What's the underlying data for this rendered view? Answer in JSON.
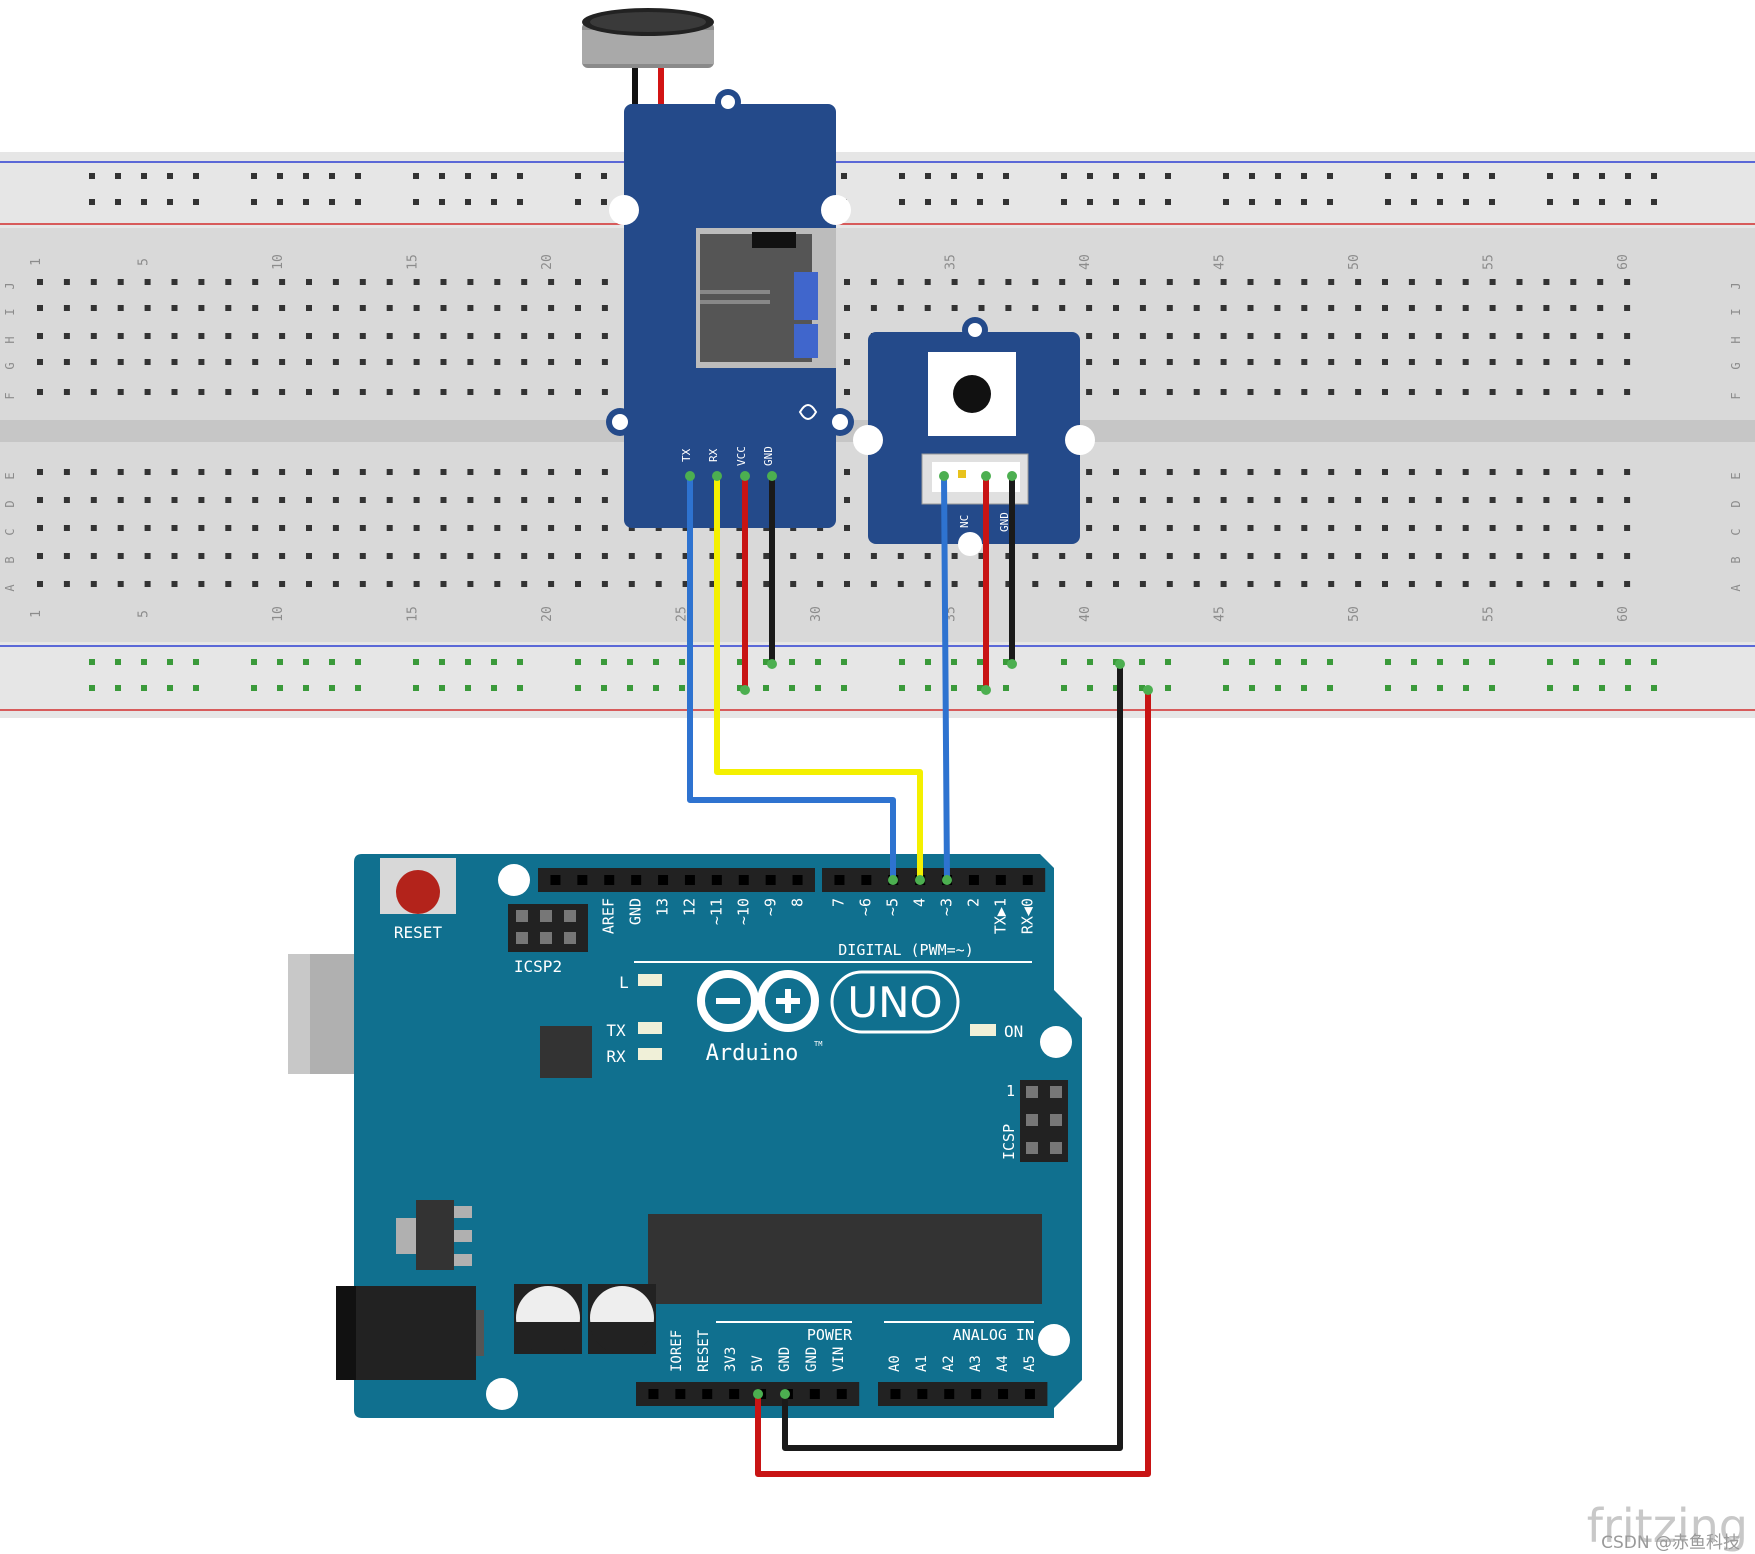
{
  "colors": {
    "board_teal": "#10708f",
    "board_dark": "#0c5f7a",
    "grove_blue": "#244a8a",
    "breadboard": "#d9d9d9",
    "breadboard_rail": "#e6e6e6",
    "rail_red": "#d22d2d",
    "rail_blue": "#2d3fd2",
    "wire_blue": "#2e73d0",
    "wire_yellow": "#f4f000",
    "wire_red": "#c81414",
    "wire_black": "#1a1a1a",
    "header_black": "#222222"
  },
  "breadboard": {
    "row_letters_top": [
      "J",
      "I",
      "H",
      "G",
      "F"
    ],
    "row_letters_bottom": [
      "E",
      "D",
      "C",
      "B",
      "A"
    ],
    "column_numbers": [
      "1",
      "5",
      "10",
      "15",
      "20",
      "25",
      "30",
      "35",
      "40",
      "45",
      "50",
      "55",
      "60"
    ]
  },
  "sd_module": {
    "pins": [
      "TX",
      "RX",
      "VCC",
      "GND"
    ]
  },
  "button_module": {
    "pins": [
      "NC",
      "GND"
    ]
  },
  "arduino": {
    "reset_label": "RESET",
    "icsp2_label": "ICSP2",
    "icsp_label": "ICSP",
    "icsp_pin1": "1",
    "led_l": "L",
    "led_tx": "TX",
    "led_rx": "RX",
    "led_on": "ON",
    "brand": "Arduino",
    "tm": "TM",
    "model": "UNO",
    "digital_label": "DIGITAL (PWM=~)",
    "digital_pins_left": [
      "AREF",
      "GND",
      "13",
      "12",
      "~11",
      "~10",
      "~9",
      "8"
    ],
    "digital_pins_right": [
      "7",
      "~6",
      "~5",
      "4",
      "~3",
      "2",
      "TX▶1",
      "RX◀0"
    ],
    "power_label": "POWER",
    "power_pins": [
      "IOREF",
      "RESET",
      "3V3",
      "5V",
      "GND",
      "GND",
      "VIN"
    ],
    "analog_label": "ANALOG IN",
    "analog_pins": [
      "A0",
      "A1",
      "A2",
      "A3",
      "A4",
      "A5"
    ]
  },
  "footer": {
    "fritzing": "fritzing",
    "watermark": "CSDN @赤鱼科技"
  }
}
